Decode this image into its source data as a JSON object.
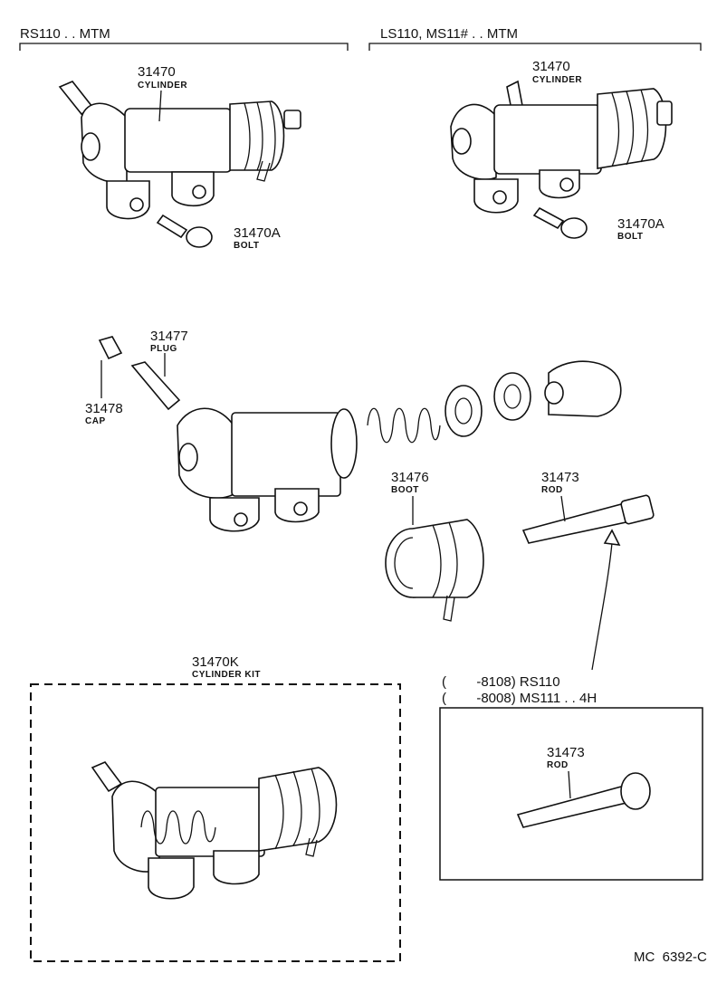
{
  "sections": {
    "left_header": "RS110 . . MTM",
    "right_header": "LS110, MS11# . . MTM"
  },
  "parts": {
    "cylinder_left": {
      "number": "31470",
      "name": "CYLINDER"
    },
    "bolt_left": {
      "number": "31470A",
      "name": "BOLT"
    },
    "cylinder_right": {
      "number": "31470",
      "name": "CYLINDER"
    },
    "bolt_right": {
      "number": "31470A",
      "name": "BOLT"
    },
    "plug": {
      "number": "31477",
      "name": "PLUG"
    },
    "cap": {
      "number": "31478",
      "name": "CAP"
    },
    "boot": {
      "number": "31476",
      "name": "BOOT"
    },
    "rod": {
      "number": "31473",
      "name": "ROD"
    },
    "cylinder_kit": {
      "number": "31470K",
      "name": "CYLINDER KIT"
    },
    "rod_alt": {
      "number": "31473",
      "name": "ROD"
    }
  },
  "applicability": {
    "line1": "(        -8108) RS110",
    "line2": "(        -8008) MS111 . . 4H"
  },
  "footer": {
    "code": "MC  6392-C"
  }
}
